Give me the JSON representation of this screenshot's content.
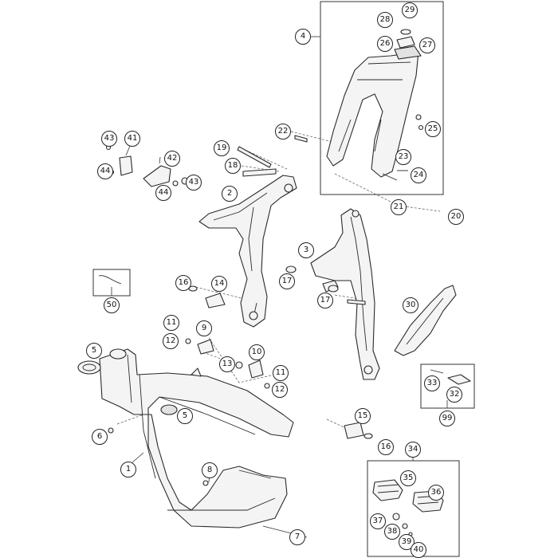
{
  "callouts": [
    {
      "id": "c1",
      "label": "1"
    },
    {
      "id": "c2",
      "label": "2"
    },
    {
      "id": "c3",
      "label": "3"
    },
    {
      "id": "c4",
      "label": "4"
    },
    {
      "id": "c5a",
      "label": "5"
    },
    {
      "id": "c5b",
      "label": "5"
    },
    {
      "id": "c6",
      "label": "6"
    },
    {
      "id": "c7",
      "label": "7"
    },
    {
      "id": "c8",
      "label": "8"
    },
    {
      "id": "c9",
      "label": "9"
    },
    {
      "id": "c10",
      "label": "10"
    },
    {
      "id": "c11a",
      "label": "11"
    },
    {
      "id": "c11b",
      "label": "11"
    },
    {
      "id": "c12a",
      "label": "12"
    },
    {
      "id": "c12b",
      "label": "12"
    },
    {
      "id": "c13",
      "label": "13"
    },
    {
      "id": "c14",
      "label": "14"
    },
    {
      "id": "c15",
      "label": "15"
    },
    {
      "id": "c16a",
      "label": "16"
    },
    {
      "id": "c16b",
      "label": "16"
    },
    {
      "id": "c17a",
      "label": "17"
    },
    {
      "id": "c17b",
      "label": "17"
    },
    {
      "id": "c18",
      "label": "18"
    },
    {
      "id": "c19",
      "label": "19"
    },
    {
      "id": "c20",
      "label": "20"
    },
    {
      "id": "c21",
      "label": "21"
    },
    {
      "id": "c22",
      "label": "22"
    },
    {
      "id": "c23",
      "label": "23"
    },
    {
      "id": "c24",
      "label": "24"
    },
    {
      "id": "c25",
      "label": "25"
    },
    {
      "id": "c26",
      "label": "26"
    },
    {
      "id": "c27",
      "label": "27"
    },
    {
      "id": "c28",
      "label": "28"
    },
    {
      "id": "c29",
      "label": "29"
    },
    {
      "id": "c30",
      "label": "30"
    },
    {
      "id": "c32",
      "label": "32"
    },
    {
      "id": "c33",
      "label": "33"
    },
    {
      "id": "c34",
      "label": "34"
    },
    {
      "id": "c35",
      "label": "35"
    },
    {
      "id": "c36",
      "label": "36"
    },
    {
      "id": "c37",
      "label": "37"
    },
    {
      "id": "c38",
      "label": "38"
    },
    {
      "id": "c39",
      "label": "39"
    },
    {
      "id": "c40",
      "label": "40"
    },
    {
      "id": "c41",
      "label": "41"
    },
    {
      "id": "c42",
      "label": "42"
    },
    {
      "id": "c43a",
      "label": "43"
    },
    {
      "id": "c43b",
      "label": "43"
    },
    {
      "id": "c44a",
      "label": "44"
    },
    {
      "id": "c44b",
      "label": "44"
    },
    {
      "id": "c50",
      "label": "50"
    },
    {
      "id": "c99",
      "label": "99"
    }
  ]
}
